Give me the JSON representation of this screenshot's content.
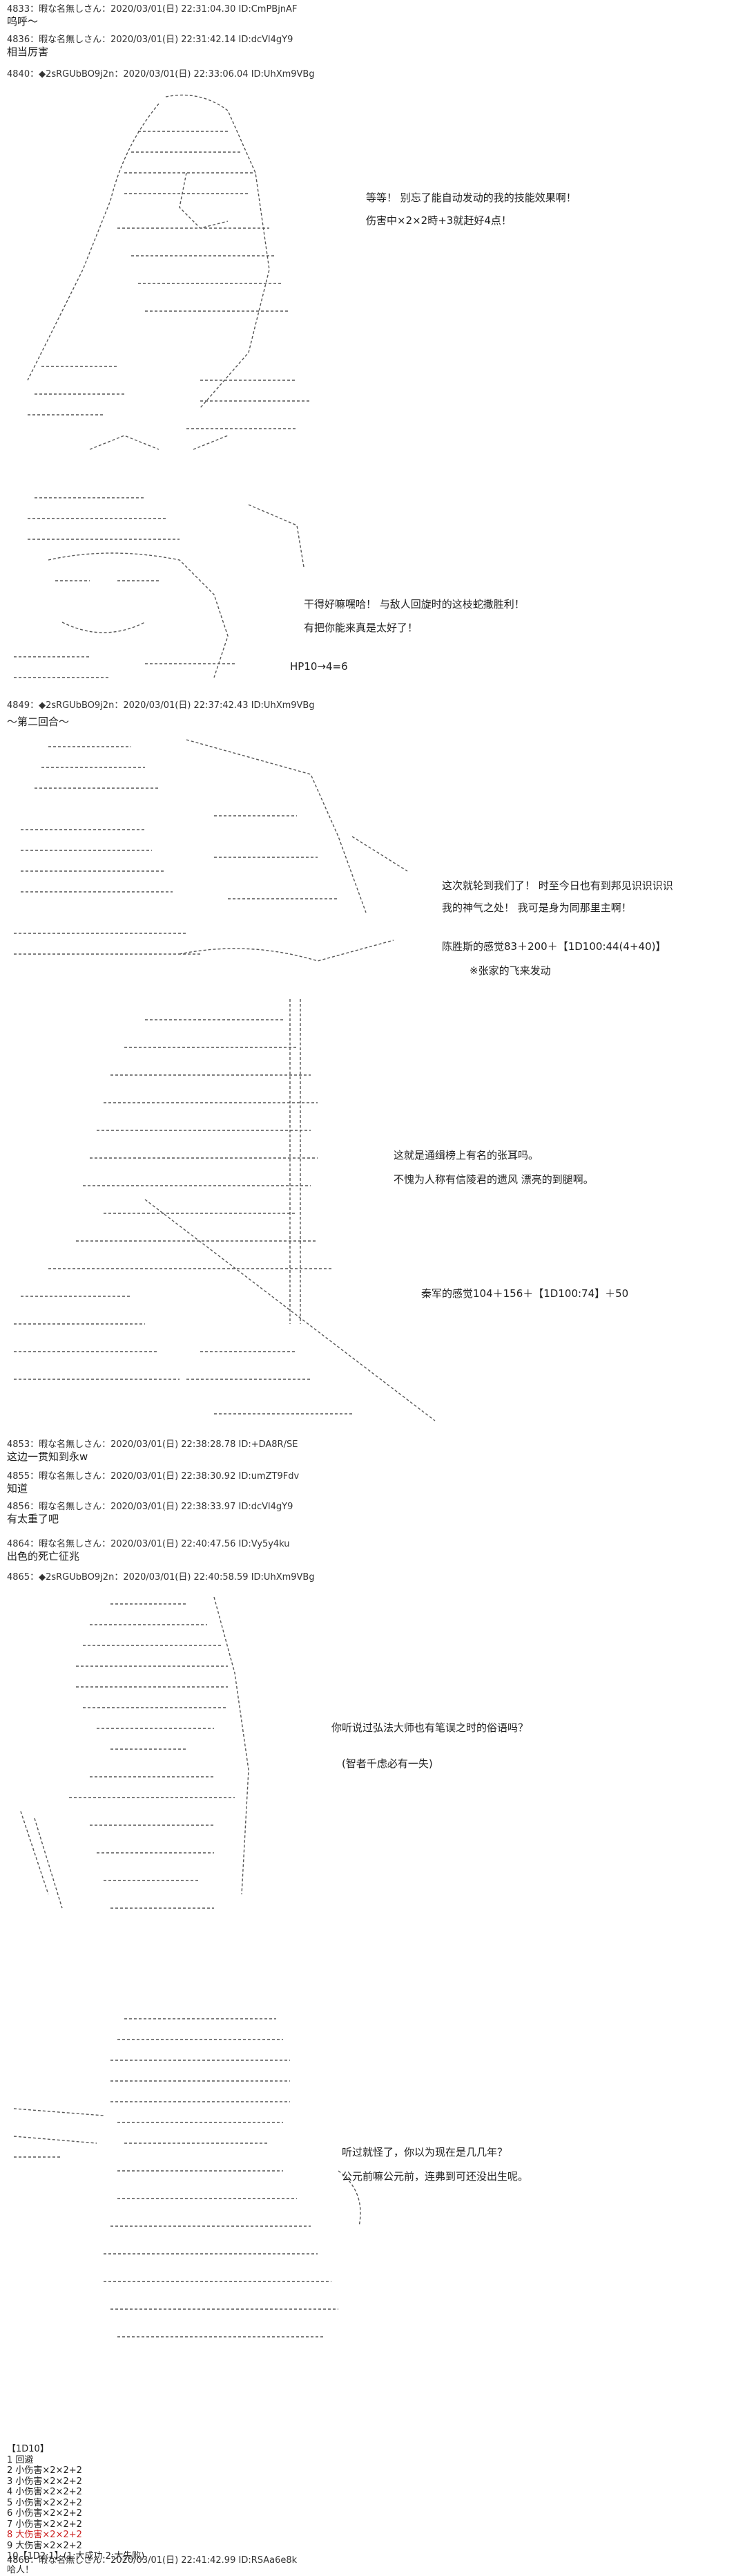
{
  "posts": [
    {
      "header": "4833：暇な名無しさん：2020/03/01(日) 22:31:04.30 ID:CmPBjnAF",
      "body": "呜呼～"
    },
    {
      "header": "4836：暇な名無しさん：2020/03/01(日) 22:31:42.14 ID:dcVl4gY9",
      "body": "相当厉害"
    },
    {
      "header": "4840：◆2sRGUbBO9j2n：2020/03/01(日) 22:33:06.04 ID:UhXm9VBg",
      "body": ""
    },
    {
      "header": "4849：◆2sRGUbBO9j2n：2020/03/01(日) 22:37:42.43 ID:UhXm9VBg",
      "body": "～第二回合～"
    },
    {
      "header": "4853：暇な名無しさん：2020/03/01(日) 22:38:28.78 ID:+DA8R/SE",
      "body": "这边一贯知到永w"
    },
    {
      "header": "4855：暇な名無しさん：2020/03/01(日) 22:38:30.92 ID:umZT9Fdv",
      "body": "知道"
    },
    {
      "header": "4856：暇な名無しさん：2020/03/01(日) 22:38:33.97 ID:dcVl4gY9",
      "body": "有太重了吧"
    },
    {
      "header": "4864：暇な名無しさん：2020/03/01(日) 22:40:47.56 ID:Vy5y4ku",
      "body": "出色的死亡征兆"
    },
    {
      "header": "4865：◆2sRGUbBO9j2n：2020/03/01(日) 22:40:58.59 ID:UhXm9VBg",
      "body": ""
    }
  ],
  "scenes": [
    {
      "lines": [
        "等等！ 别忘了能自动发动的我的技能效果啊！",
        "伤害中×2×2時+3就赶好4点！"
      ]
    },
    {
      "lines": [
        "干得好嘛嘿哈！ 与敌人回旋时的这枝蛇撒胜利！",
        "有把你能来真是太好了！",
        "HP10→4=6"
      ]
    },
    {
      "lines": [
        "这次就轮到我们了！ 时至今日也有到邦见识识识识",
        "我的神气之处！ 我可是身为同那里主啊！",
        "陈胜斯的感觉83＋200＋【1D100:44(4+40)】",
        "※张家的飞来发动"
      ]
    },
    {
      "lines": [
        "这就是通缉榜上有名的张耳吗。",
        "不愧为人称有信陵君的遗风 漂亮的到腿啊。",
        "秦军的感觉104＋156＋【1D100:74】＋50"
      ]
    },
    {
      "lines": [
        "你听说过弘法大师也有笔误之时的俗语吗？",
        "(智者千虑必有一失)"
      ]
    },
    {
      "lines": [
        "听过就怪了，你以为现在是几几年？",
        "公元前嘛公元前，连弗到可还没出生呢。"
      ]
    }
  ],
  "roll": {
    "title": "【1D10】",
    "items": [
      "1 回避",
      "2 小伤害×2×2+2",
      "3 小伤害×2×2+2",
      "4 小伤害×2×2+2",
      "5 小伤害×2×2+2",
      "6 小伤害×2×2+2",
      "7 小伤害×2×2+2",
      "8 大伤害×2×2+2",
      "9 大伤害×2×2+2",
      "10【1D2:1】(1:大成功 2:大失败)"
    ]
  },
  "last_post": {
    "header": "4868：暇な名無しさん：2020/03/01(日) 22:41:42.99 ID:RSAa6e8k",
    "body": "哈人！"
  },
  "colors": {
    "background": "#ffffff",
    "text": "#222222",
    "highlight": "#cc2222",
    "ascii_art": "#555555"
  }
}
